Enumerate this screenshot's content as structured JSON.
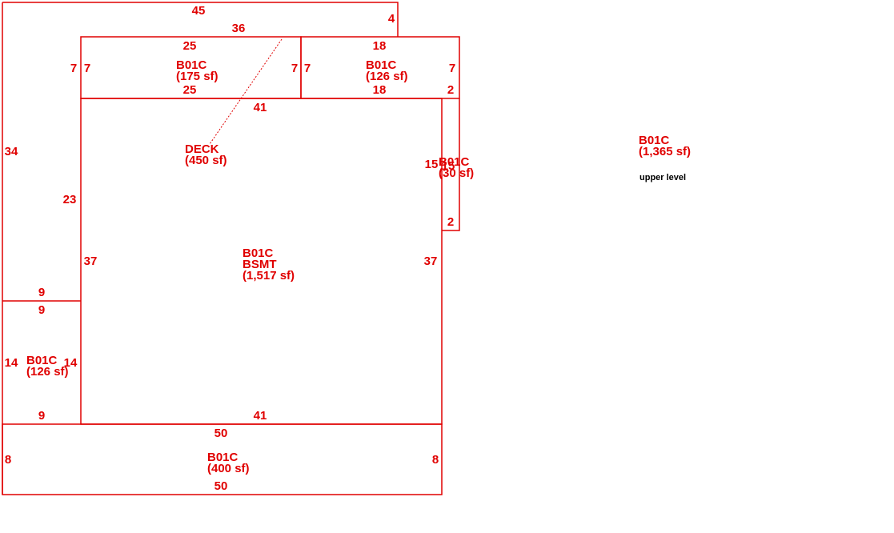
{
  "colors": {
    "line": "#e00000",
    "text": "#e00000",
    "note": "#000000"
  },
  "areas": {
    "top_left": {
      "code": "B01C",
      "size": "(175 sf)"
    },
    "top_right": {
      "code": "B01C",
      "size": "(126 sf)"
    },
    "deck": {
      "code": "DECK",
      "size": "(450 sf)"
    },
    "basement": {
      "code": "B01C",
      "name": "BSMT",
      "size": "(1,517 sf)"
    },
    "strip": {
      "code": "B01C",
      "size": "(30 sf)"
    },
    "left_small": {
      "code": "B01C",
      "size": "(126 sf)"
    },
    "bottom": {
      "code": "B01C",
      "size": "(400 sf)"
    },
    "upper": {
      "code": "B01C",
      "size": "(1,365 sf)",
      "note": "upper level"
    }
  },
  "dims": {
    "outer_top": "45",
    "upper_top": "36",
    "upper_right": "4",
    "outer_left": "34",
    "tl_top": "25",
    "tl_bottom": "25",
    "tl_left_out": "7",
    "tl_left_in": "7",
    "tl_right_in": "7",
    "tr_left_in": "7",
    "tr_top": "18",
    "tr_bottom": "18",
    "tr_right": "7",
    "tr_step": "2",
    "bsmt_top": "41",
    "bsmt_bottom": "41",
    "bsmt_left": "37",
    "bsmt_right": "37",
    "deck_left": "23",
    "strip_side": "15",
    "strip_side2": "15",
    "strip_bottom": "2",
    "ls_top_out": "9",
    "ls_top_in": "9",
    "ls_bottom": "9",
    "ls_left": "14",
    "ls_right": "14",
    "bot_top": "50",
    "bot_bottom": "50",
    "bot_left": "8",
    "bot_right": "8"
  }
}
